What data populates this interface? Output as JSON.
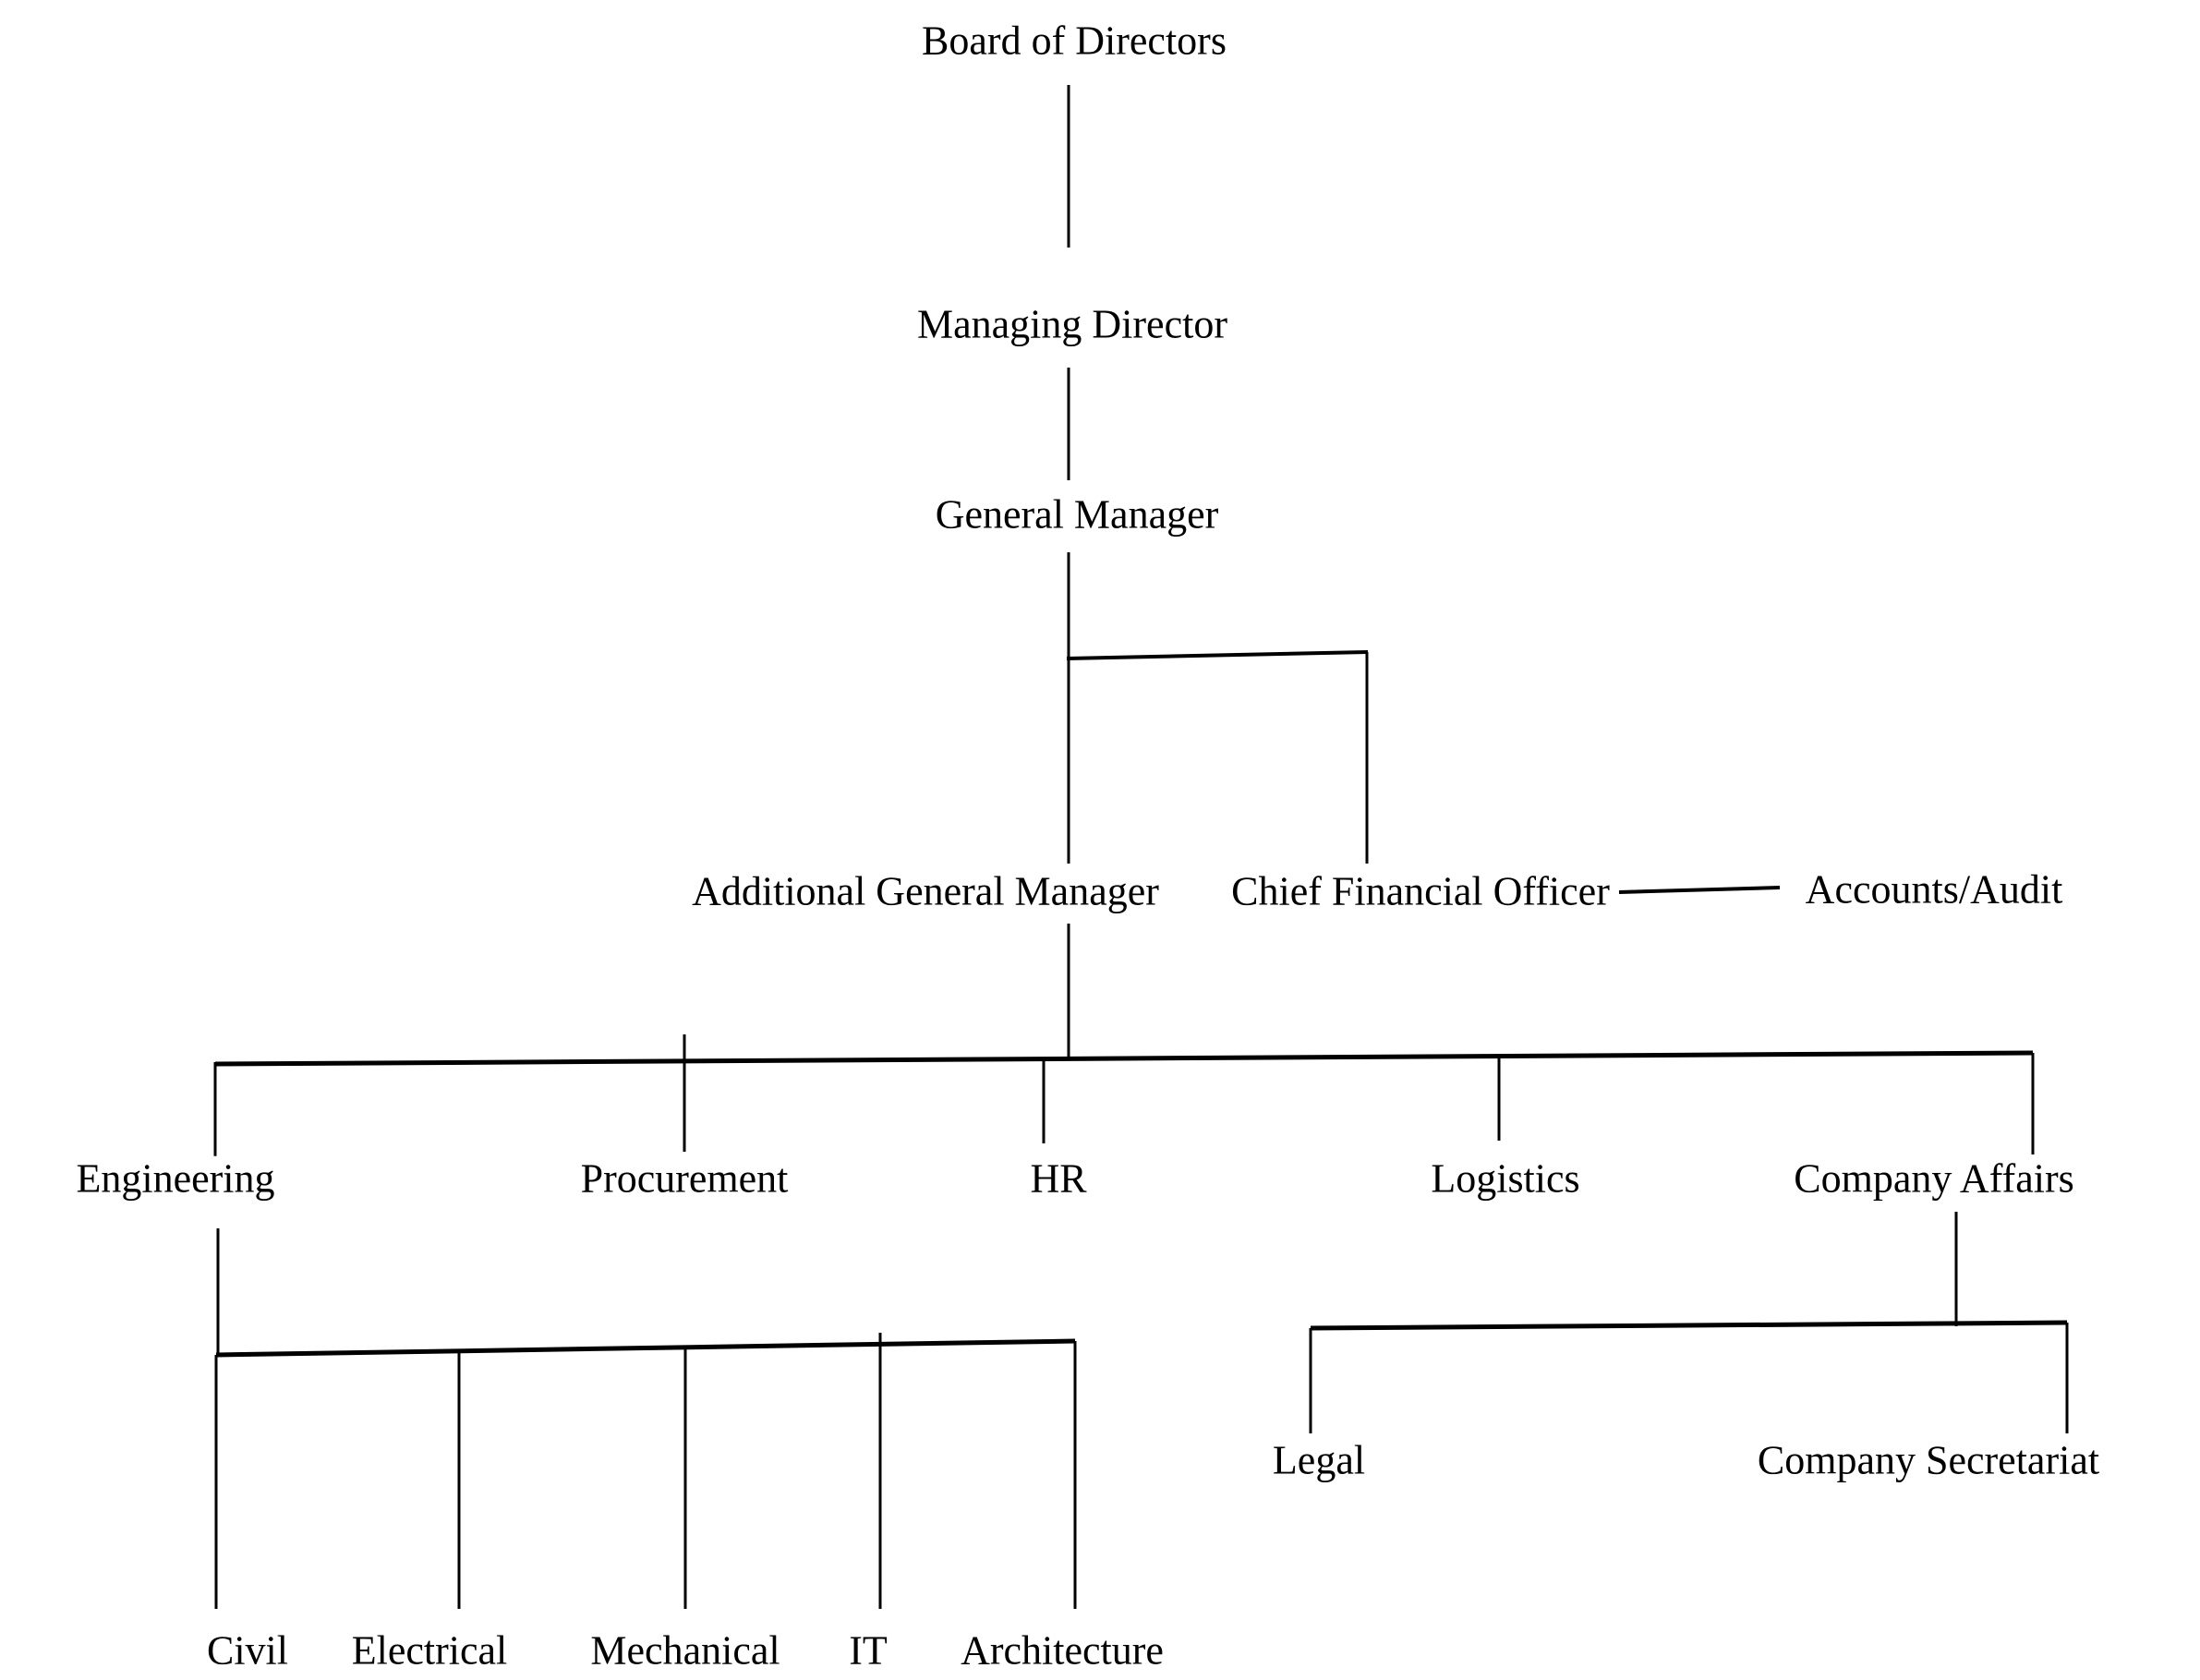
{
  "org": {
    "colors": {
      "line": "#000000",
      "text": "#000000",
      "background": "#ffffff"
    },
    "nodes": {
      "board_of_directors": {
        "label": "Board of Directors"
      },
      "managing_director": {
        "label": "Managing Director"
      },
      "general_manager": {
        "label": "General Manager"
      },
      "additional_general_manager": {
        "label": "Additional General Manager"
      },
      "chief_financial_officer": {
        "label": "Chief Financial Officer"
      },
      "accounts_audit": {
        "label": "Accounts/Audit"
      },
      "engineering": {
        "label": "Engineering"
      },
      "procurement": {
        "label": "Procurement"
      },
      "hr": {
        "label": "HR"
      },
      "logistics": {
        "label": "Logistics"
      },
      "company_affairs": {
        "label": "Company Affairs"
      },
      "legal": {
        "label": "Legal"
      },
      "company_secretariat": {
        "label": "Company Secretariat"
      },
      "civil": {
        "label": "Civil"
      },
      "electrical": {
        "label": "Electrical"
      },
      "mechanical": {
        "label": "Mechanical"
      },
      "it": {
        "label": "IT"
      },
      "architecture": {
        "label": "Architecture"
      }
    },
    "hierarchy": {
      "Board of Directors": [
        "Managing Director"
      ],
      "Managing Director": [
        "General Manager"
      ],
      "General Manager": [
        "Additional General Manager",
        "Chief Financial Officer"
      ],
      "Chief Financial Officer": [
        "Accounts/Audit"
      ],
      "Additional General Manager": [
        "Engineering",
        "Procurement",
        "HR",
        "Logistics",
        "Company Affairs"
      ],
      "Engineering": [
        "Civil",
        "Electrical",
        "Mechanical",
        "IT",
        "Architecture"
      ],
      "Company Affairs": [
        "Legal",
        "Company Secretariat"
      ]
    }
  }
}
